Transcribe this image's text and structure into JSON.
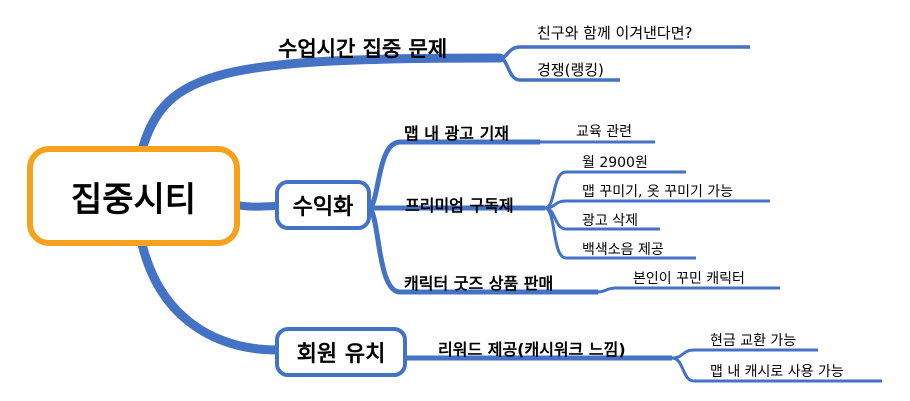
{
  "root": {
    "label": "집중시티"
  },
  "branches": {
    "focus": {
      "label": "수업시간 집중 문제",
      "children": [
        "친구와 함께 이겨낸다면?",
        "경쟁(랭킹)"
      ]
    },
    "revenue": {
      "label": "수익화",
      "ads": {
        "label": "맵 내 광고 기재",
        "children": [
          "교육 관련"
        ]
      },
      "premium": {
        "label": "프리미엄 구독제",
        "children": [
          "월 2900원",
          "맵 꾸미기, 옷 꾸미기 가능",
          "광고 삭제",
          "백색소음 제공"
        ]
      },
      "goods": {
        "label": "캐릭터 굿즈 상품 판매",
        "children": [
          "본인이 꾸민 캐릭터"
        ]
      }
    },
    "retention": {
      "label": "회원 유치",
      "reward": {
        "label": "리워드 제공(캐시워크 느낌)",
        "children": [
          "현금 교환 가능",
          "맵 내 캐시로 사용 가능"
        ]
      }
    }
  },
  "colors": {
    "branch": "#4472c4",
    "root_border": "#f6a21d"
  }
}
